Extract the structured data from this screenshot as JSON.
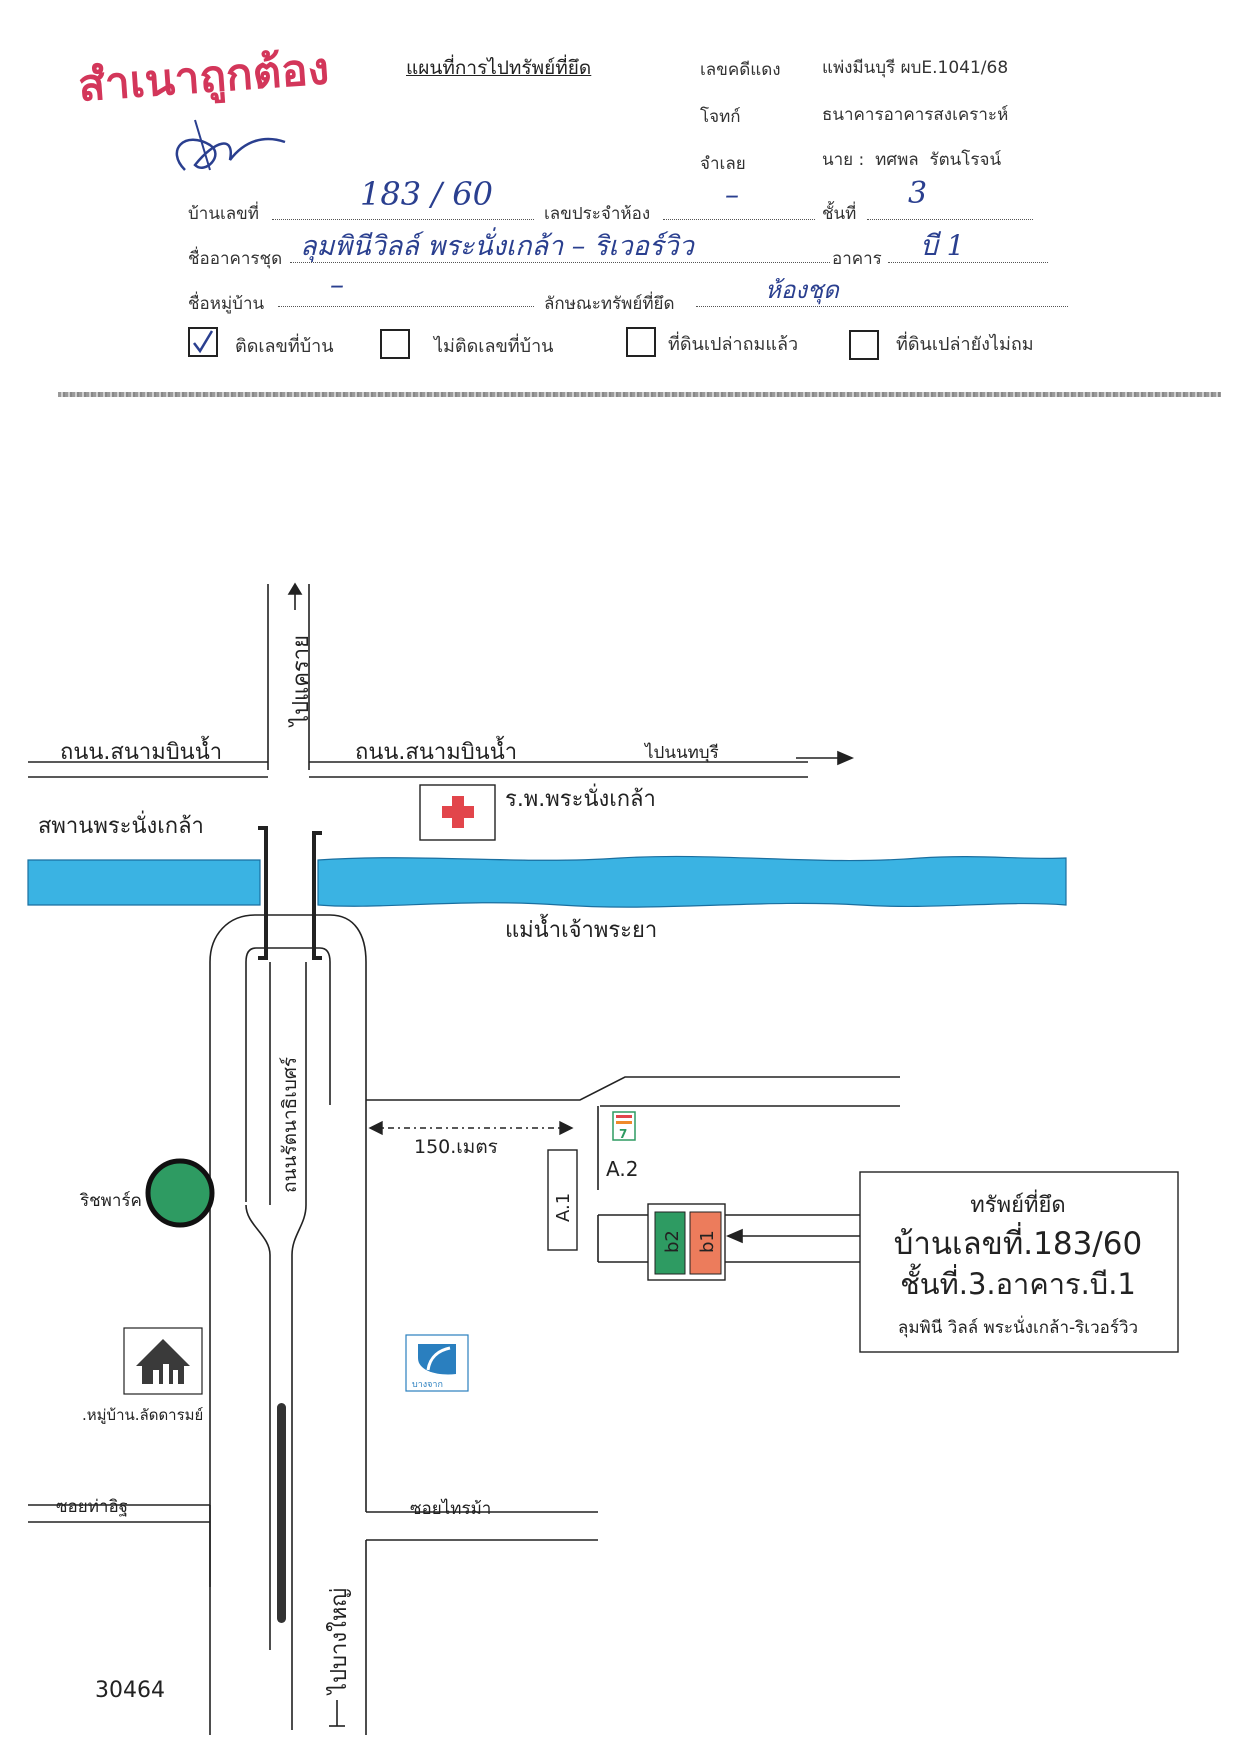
{
  "header": {
    "stamp_text": "สำเนาถูกต้อง",
    "stamp_signature": "ลายมือชื่อ",
    "title": "แผนที่การไปทรัพย์ที่ยึด",
    "case_label": "เลขคดีแดง",
    "case_value": "แพ่งมีนบุรี ผบE.1041/68",
    "plaintiff_label": "โจทก์",
    "plaintiff_value": "ธนาคารอาคารสงเคราะห์",
    "defendant_label": "จำเลย",
    "defendant_value": "นาย :  ทศพล  รัตนโรจน์"
  },
  "form": {
    "house_no_label": "บ้านเลขที่",
    "house_no_value": "183 / 60",
    "room_no_label": "เลขประจำห้อง",
    "room_no_value": "–",
    "floor_label": "ชั้นที่",
    "floor_value": "3",
    "condo_label": "ชื่ออาคารชุด",
    "condo_value": "ลุมพินีวิลล์ พระนั่งเกล้า – ริเวอร์วิว",
    "building_label": "อาคาร",
    "building_value": "บี 1",
    "village_label": "ชื่อหมู่บ้าน",
    "village_value": "–",
    "property_type_label": "ลักษณะทรัพย์ที่ยึด",
    "property_type_value": "ห้องชุด",
    "checkboxes": [
      {
        "label": "ติดเลขที่บ้าน",
        "checked": true
      },
      {
        "label": "ไม่ติดเลขที่บ้าน",
        "checked": false
      },
      {
        "label": "ที่ดินเปล่าถมแล้ว",
        "checked": false
      },
      {
        "label": "ที่ดินเปล่ายังไม่ถม",
        "checked": false
      }
    ]
  },
  "map": {
    "to_khae_rai": "ไปแคราย",
    "road_left": "ถนน.สนามบินน้ำ",
    "road_right": "ถนน.สนามบินน้ำ",
    "to_nonthaburi": "ไปนนทบุรี",
    "hospital": "ร.พ.พระนั่งเกล้า",
    "bridge": "สพานพระนั่งเกล้า",
    "river": "แม่น้ำเจ้าพระยา",
    "main_road": "ถนนรัตนาธิเบศร์",
    "distance": "150.เมตร",
    "ritz_park": "ริชพาร์ค",
    "building_a1": "A.1",
    "building_a2": "A.2",
    "building_b1": "b1",
    "building_b2": "b2",
    "seven_eleven": "7",
    "village": ".หมู่บ้าน.ลัดดารมย์",
    "bangchak": "บางจาก",
    "soi_left": "ซอยท่าอิฐ",
    "soi_right": "ซอยไทรม้า",
    "to_bang_yai": "ไปบางใหญ่",
    "map_id": "30464",
    "colors": {
      "river": "#3ab3e3",
      "b1": "#ec7c5c",
      "b2": "#2e9b62",
      "tree": "#2e9b62",
      "cross": "#e2454b"
    }
  },
  "seized_box": {
    "title": "ทรัพย์ที่ยึด",
    "house": "บ้านเลขที่.183/60",
    "floor": "ชั้นที่.3.อาคาร.บี.1",
    "project": "ลุมพินี วิลล์ พระนั่งเกล้า-ริเวอร์วิว"
  }
}
